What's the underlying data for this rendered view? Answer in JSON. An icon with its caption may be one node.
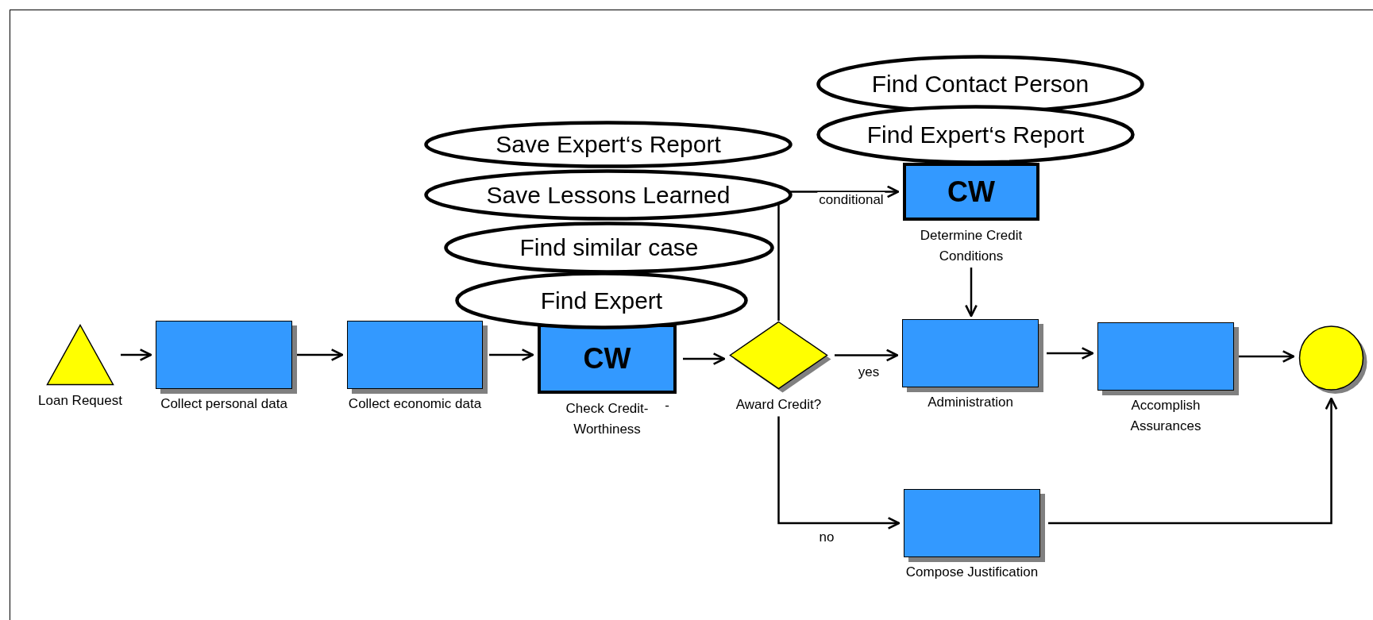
{
  "diagram": {
    "nodes": [
      {
        "text": [
          "Find Contact Person"
        ]
      },
      {
        "text": [
          "Find Expert‘s Report"
        ]
      },
      {
        "text": [
          "Save Expert‘s Report"
        ]
      },
      {
        "text": [
          "CW"
        ],
        "beside": [
          "Determine Credit Conditions"
        ]
      },
      {
        "text": [
          "Save Lessons Learned"
        ]
      },
      {
        "text": [
          "Find similar case"
        ]
      },
      {
        "text": [
          "Find Expert"
        ]
      },
      {
        "text": [],
        "shape": "triangle",
        "beside": [
          "Loan Request"
        ]
      },
      {
        "text": [],
        "shape": "box",
        "beside": [
          "Collect personal data"
        ]
      },
      {
        "text": [],
        "shape": "box",
        "beside": [
          "Collect economic data"
        ]
      },
      {
        "text": [
          "CW"
        ],
        "beside": [
          "Check Credit- Worthiness"
        ]
      },
      {
        "text": [],
        "shape": "diamond",
        "beside": [
          "Award Credit?"
        ]
      },
      {
        "text": [],
        "shape": "box",
        "beside": [
          "Administration"
        ]
      },
      {
        "text": [],
        "shape": "box",
        "beside": [
          "Accomplish Assurances"
        ]
      },
      {
        "text": [],
        "shape": "circle"
      },
      {
        "text": [],
        "shape": "box",
        "beside": [
          "Compose Justification"
        ]
      }
    ],
    "edges": [
      {
        "from": 7,
        "to": 8,
        "arrow": "to"
      },
      {
        "from": 8,
        "to": 9,
        "arrow": "to"
      },
      {
        "from": 9,
        "to": 10,
        "arrow": "to"
      },
      {
        "from": 10,
        "to": 11,
        "arrow": "to"
      },
      {
        "from": 11,
        "to": 12,
        "arrow": "to",
        "label": "yes"
      },
      {
        "from": 12,
        "to": 13,
        "arrow": "to"
      },
      {
        "from": 13,
        "to": 14,
        "arrow": "to"
      },
      {
        "from": 11,
        "to": 15,
        "arrow": "to",
        "label": "no"
      },
      {
        "from": 15,
        "to": 14,
        "arrow": "to"
      },
      {
        "from": 11,
        "to": 3,
        "arrow": "to",
        "label": "conditional"
      },
      {
        "from": 3,
        "to": 12,
        "arrow": "to"
      }
    ],
    "labels": [
      "-"
    ]
  }
}
